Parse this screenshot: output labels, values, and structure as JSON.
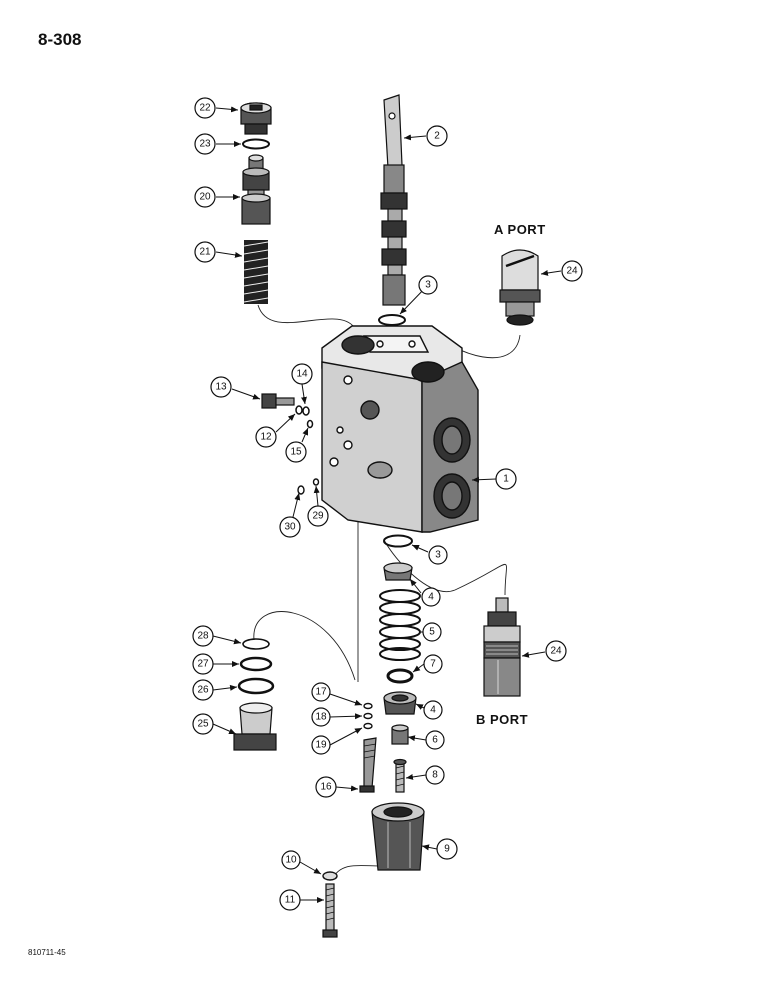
{
  "page": {
    "number": "8-308",
    "footer_code": "810711-45"
  },
  "ports": {
    "a": "A PORT",
    "b": "B PORT"
  },
  "callouts": {
    "c1": "1",
    "c2": "2",
    "c3a": "3",
    "c3b": "3",
    "c4a": "4",
    "c4b": "4",
    "c5": "5",
    "c6": "6",
    "c7": "7",
    "c8": "8",
    "c9": "9",
    "c10": "10",
    "c11": "11",
    "c12": "12",
    "c13": "13",
    "c14": "14",
    "c15": "15",
    "c16": "16",
    "c17": "17",
    "c18": "18",
    "c19": "19",
    "c20": "20",
    "c21": "21",
    "c22": "22",
    "c23": "23",
    "c24a": "24",
    "c24b": "24",
    "c25": "25",
    "c26": "26",
    "c27": "27",
    "c28": "28",
    "c29": "29",
    "c30": "30"
  }
}
